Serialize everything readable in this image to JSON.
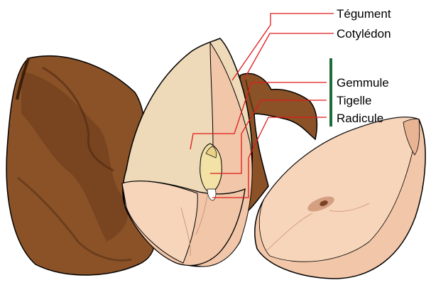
{
  "labels": {
    "tegument": "Tégument",
    "cotyledon": "Cotylédon",
    "gemmule": "Gemmule",
    "tigelle": "Tigelle",
    "radicule": "Radicule"
  },
  "colors": {
    "leader_line": "#e01a1a",
    "embryo_bracket": "#1e6b3a",
    "tegument_brown": "#8b5228",
    "tegument_dark": "#5a3216",
    "cotyledon_pink": "#f2c6a8",
    "cotyledon_light": "#eed9b8",
    "embryo_yellow": "#f3e2a6"
  },
  "icons": [
    "seed-coat-shell",
    "open-seed-half",
    "embryo"
  ]
}
